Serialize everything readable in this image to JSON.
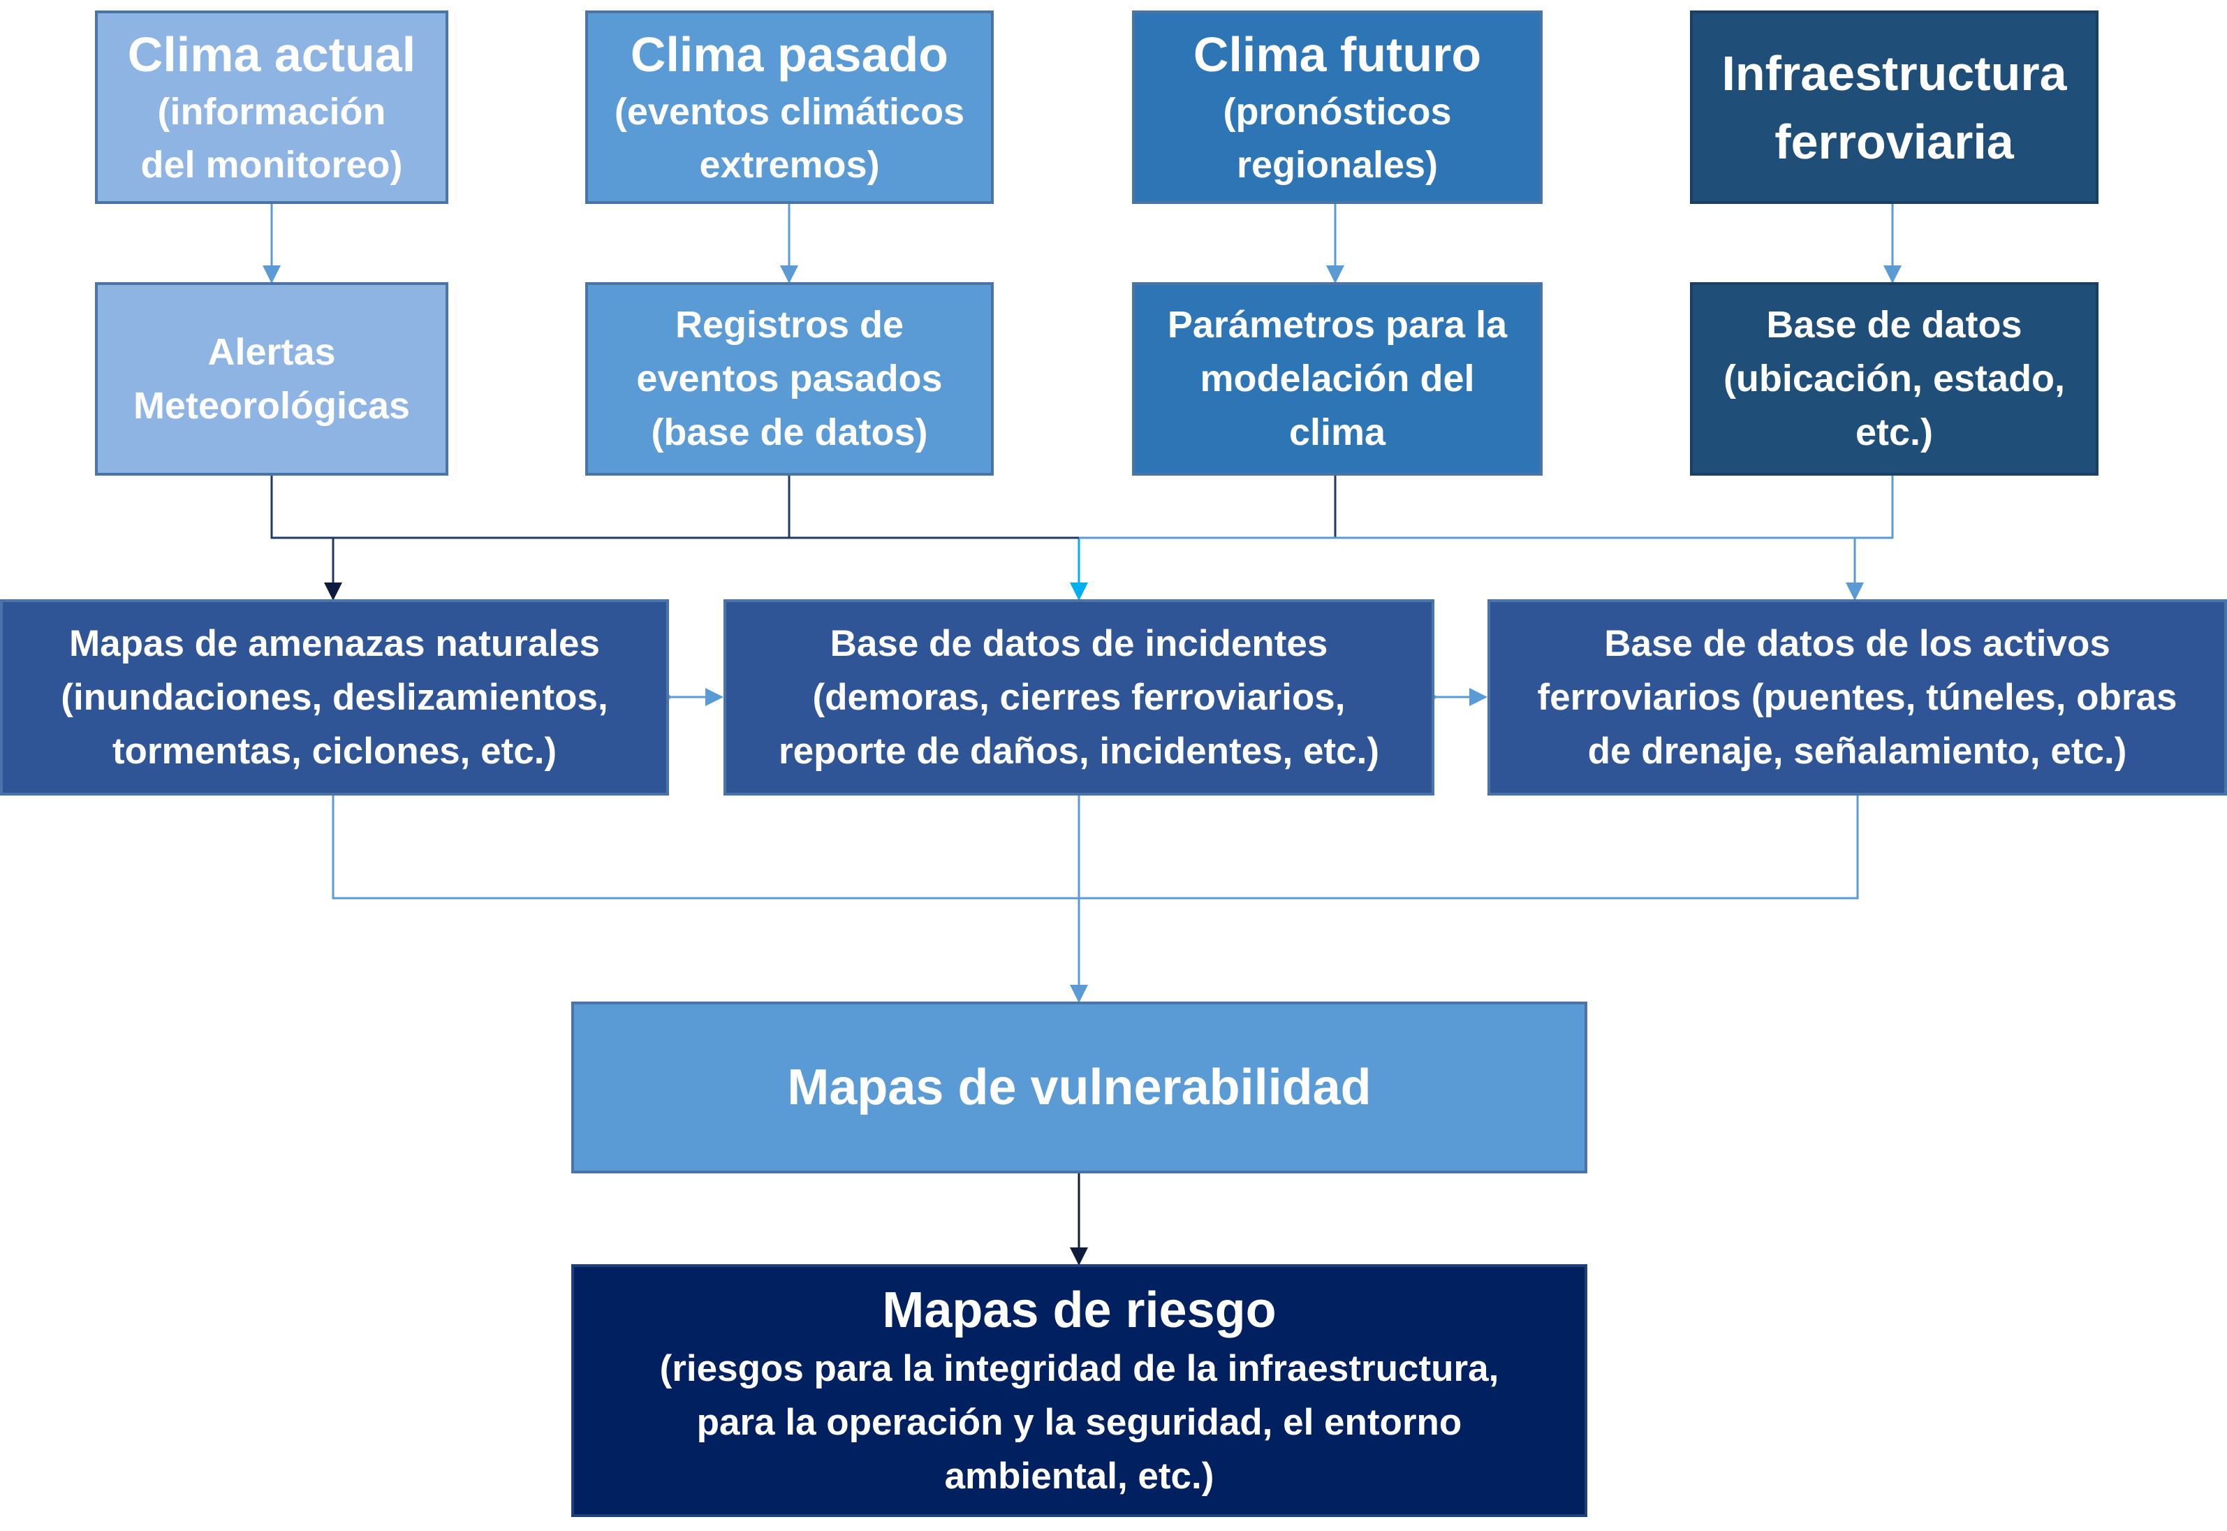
{
  "top": [
    {
      "title": "Clima actual",
      "sub": [
        "(información",
        "del monitoreo)"
      ]
    },
    {
      "title": "Clima pasado",
      "sub": [
        "(eventos climáticos",
        "extremos)"
      ]
    },
    {
      "title": "Clima futuro",
      "sub": [
        "(pronósticos",
        "regionales)"
      ]
    },
    {
      "title_lines": [
        "Infraestructura",
        "ferroviaria"
      ]
    }
  ],
  "second": [
    {
      "lines": [
        "Alertas",
        "Meteorológicas"
      ]
    },
    {
      "lines": [
        "Registros de",
        "eventos pasados",
        "(base de datos)"
      ]
    },
    {
      "lines": [
        "Parámetros para la",
        "modelación del",
        "clima"
      ]
    },
    {
      "lines": [
        "Base de datos",
        "(ubicación, estado,",
        "etc.)"
      ]
    }
  ],
  "third": [
    {
      "lines": [
        "Mapas de amenazas naturales",
        "(inundaciones, deslizamientos,",
        "tormentas, ciclones, etc.)"
      ]
    },
    {
      "lines": [
        "Base de datos de incidentes",
        "(demoras, cierres ferroviarios,",
        "reporte de daños, incidentes, etc.)"
      ]
    },
    {
      "lines": [
        "Base de datos de los activos",
        "ferroviarios (puentes, túneles, obras",
        "de drenaje, señalamiento, etc.)"
      ]
    }
  ],
  "vulnerability": {
    "title": "Mapas de vulnerabilidad"
  },
  "risk": {
    "title": "Mapas de riesgo",
    "sub": [
      "(riesgos para la integridad de la infraestructura,",
      "para la operación y la seguridad, el entorno",
      "ambiental, etc.)"
    ]
  },
  "colors": {
    "light_blue": "#8db4e2",
    "medium_blue": "#5b9bd5",
    "blue": "#2e75b6",
    "dark_blue": "#1f4e79",
    "steel_blue": "#2f5597",
    "navy": "#002060",
    "connector": "#5b9bd5",
    "connector_dark": "#1f3864",
    "connector_cyan": "#00b0f0"
  }
}
